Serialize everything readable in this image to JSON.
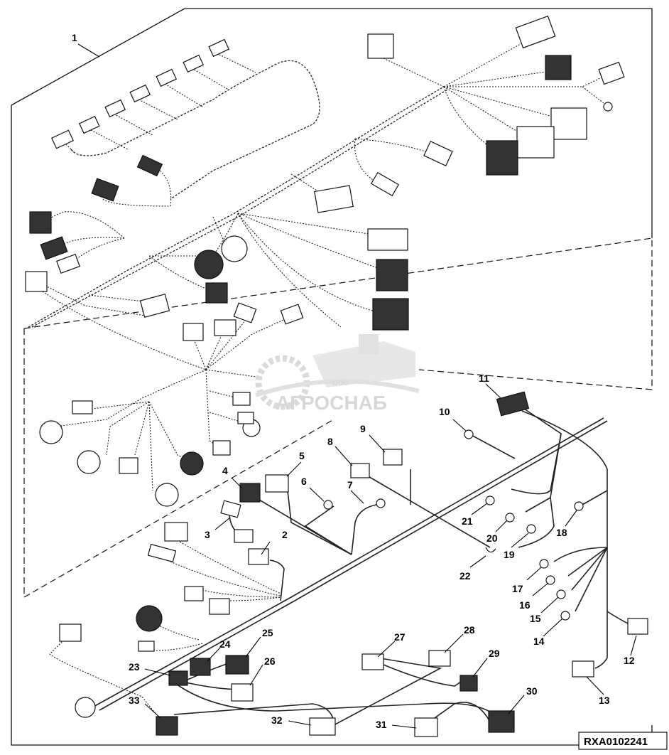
{
  "drawing_code": "RXA0102241",
  "watermark": {
    "small": "ООО",
    "main": "АГРОСНАБ"
  },
  "callouts": [
    "1",
    "2",
    "3",
    "4",
    "5",
    "6",
    "7",
    "8",
    "9",
    "10",
    "11",
    "12",
    "13",
    "14",
    "15",
    "16",
    "17",
    "18",
    "19",
    "20",
    "21",
    "22",
    "23",
    "24",
    "25",
    "26",
    "27",
    "28",
    "29",
    "30",
    "31",
    "32",
    "33"
  ]
}
